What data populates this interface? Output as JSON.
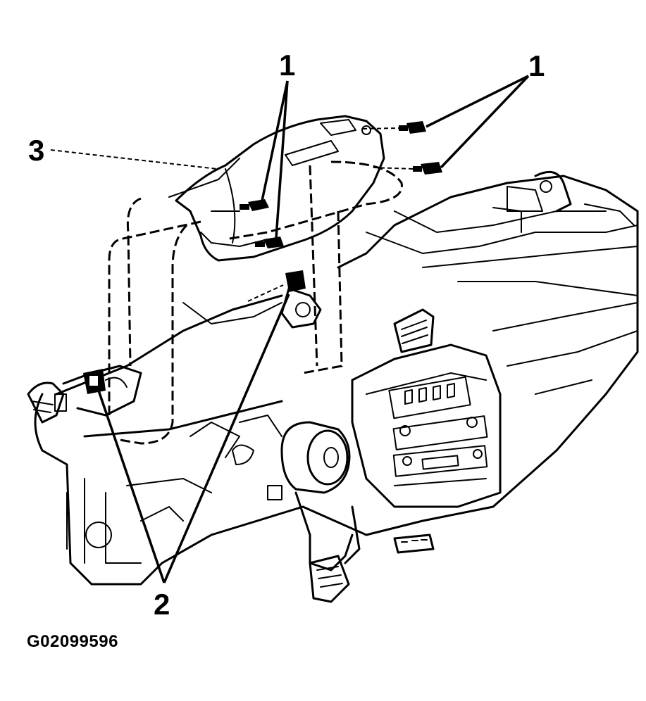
{
  "figure": {
    "id_label": "G02099596"
  },
  "callouts": [
    {
      "number": "1",
      "name": "callout-1-left"
    },
    {
      "number": "1",
      "name": "callout-1-right"
    },
    {
      "number": "2",
      "name": "callout-2"
    },
    {
      "number": "3",
      "name": "callout-3"
    }
  ]
}
